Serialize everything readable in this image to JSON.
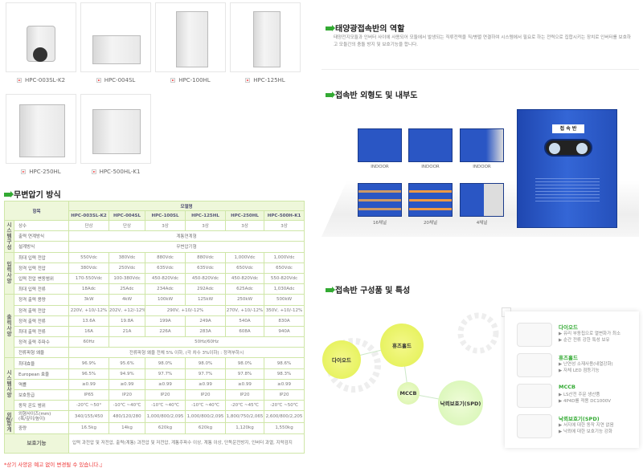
{
  "products": [
    {
      "label": "HPC-003SL-K2"
    },
    {
      "label": "HPC-004SL"
    },
    {
      "label": "HPC-100HL"
    },
    {
      "label": "HPC-125HL"
    },
    {
      "label": "HPC-250HL"
    },
    {
      "label": "HPC-500HL-K1"
    }
  ],
  "spec": {
    "title": "무변압기 방식",
    "item_header": "항목",
    "model_header": "모델명",
    "models": [
      "HPC-003SL-K2",
      "HPC-004SL",
      "HPC-100SL",
      "HPC-125HL",
      "HPC-250HL",
      "HPC-500H-K1"
    ],
    "groups": {
      "system": "시스템구성",
      "input": "입력사양",
      "output": "출력사양",
      "sys_spec": "시스템사양",
      "dim": "외형/무게"
    },
    "rows": {
      "phase": {
        "label": "상수",
        "v": [
          "단상",
          "단상",
          "3상",
          "3상",
          "3상",
          "3상"
        ]
      },
      "link": {
        "label": "출력 연계방식",
        "v": "계통연계형"
      },
      "design": {
        "label": "설계방식",
        "v": "무변압기형"
      },
      "max_in_v": {
        "label": "최대 입력 전압",
        "v": [
          "550Vdc",
          "380Vdc",
          "880Vdc",
          "880Vdc",
          "1,000Vdc",
          "1,000Vdc"
        ]
      },
      "rated_in_v": {
        "label": "정격 입력 전압",
        "v": [
          "380Vdc",
          "250Vdc",
          "635Vdc",
          "635Vdc",
          "650Vdc",
          "650Vdc"
        ]
      },
      "in_range": {
        "label": "입력 전압 변동범위",
        "v": [
          "170-550Vdc",
          "100-380Vdc",
          "450-820Vdc",
          "450-820Vdc",
          "450-820Vdc",
          "550-820Vdc"
        ]
      },
      "max_in_a": {
        "label": "최대 입력 전류",
        "v": [
          "18Adc",
          "25Adc",
          "234Adc",
          "292Adc",
          "625Adc",
          "1,030Adc"
        ]
      },
      "rated_out_p": {
        "label": "정격 출력 용량",
        "v": [
          "3kW",
          "4kW",
          "100kW",
          "125kW",
          "250kW",
          "500kW"
        ]
      },
      "rated_out_v": {
        "label": "정격 출력 전압",
        "v": [
          "220V, +10/-12%",
          "202V, +12/-12%",
          "290V, +10/-12%",
          "270V, +10/-12%",
          "350V, +10/-12%"
        ]
      },
      "rated_out_a": {
        "label": "정격 출력 전류",
        "v": [
          "13.6A",
          "19.8A",
          "199A",
          "249A",
          "540A",
          "830A"
        ]
      },
      "max_out_a": {
        "label": "최대 출력 전류",
        "v": [
          "16A",
          "21A",
          "226A",
          "283A",
          "608A",
          "940A"
        ]
      },
      "freq": {
        "label": "정격 출력 주파수",
        "v": [
          "60Hz",
          "50Hz/60Hz"
        ]
      },
      "thd": {
        "label": "전류파형 왜율",
        "v": "전류파형 왜율 전체 5% 이하, (각 차수 3%이하) : 정격부하시"
      },
      "max_eff": {
        "label": "최대효율",
        "v": [
          "96.9%",
          "95.6%",
          "98.0%",
          "98.0%",
          "98.0%",
          "98.6%"
        ]
      },
      "eu_eff": {
        "label": "European 효율",
        "v": [
          "96.5%",
          "94.9%",
          "97.7%",
          "97.7%",
          "97.8%",
          "98.3%"
        ]
      },
      "pf": {
        "label": "역률",
        "v": [
          "≥0.99",
          "≥0.99",
          "≥0.99",
          "≥0.99",
          "≥0.99",
          "≥0.99"
        ]
      },
      "ip": {
        "label": "보호등급",
        "v": [
          "IP65",
          "IP20",
          "IP20",
          "IP20",
          "IP20",
          "IP20"
        ]
      },
      "temp": {
        "label": "동작 온도 범위",
        "v": [
          "-20℃ ~50°",
          "-10℃ ~40℃",
          "-10℃ ~40℃",
          "-10℃ ~40℃",
          "-20℃ ~45℃",
          "-20℃ ~50℃"
        ]
      },
      "size": {
        "label": "외형사이즈(mm)",
        "label2": "(폭/깊이/높이)",
        "v": [
          "340/155/450",
          "480/120/280",
          "1,000/800/2,095",
          "1,000/800/2,095",
          "1,800/750/2,065",
          "2,600/800/2,205"
        ]
      },
      "weight": {
        "label": "중량",
        "v": [
          "16.5kg",
          "14kg",
          "620kg",
          "620kg",
          "1,120kg",
          "1,550kg"
        ]
      },
      "protect": {
        "label": "보호기능",
        "v": "입력 과전압 및 저전압, 출력(계통) 과전압 및 저전압, 계통주파수 이상, 계통 이상, 단독운전방지, 인버터 과열, 지락검지"
      }
    },
    "note": "*상기 사양은 예고 없이 변경될 수 있습니다.』"
  },
  "role": {
    "title": "태양광접속반의 역할",
    "text": "태양전지모듈과 인버터 사이에 사용되어 모듈에서 발생되는 직류전력을 직/병렬 연결하여 시스템에서 필요로 하는 전력으로 집합시키는 장치로 인버터를 보호하고 모듈간의 충돌 방지 및 보호기능을 합니다."
  },
  "exterior": {
    "title": "접속반 외형도 및 내부도",
    "thumbs": [
      "INDOOR",
      "INDOOR",
      "INDOOR",
      "16채널",
      "20채널",
      "4채널"
    ],
    "cabinet_label": "접 속 반"
  },
  "components": {
    "title": "접속반 구성품 및 특성",
    "bubbles": [
      "다이오드",
      "휴즈홀드",
      "MCCB",
      "낙뢰보호기(SPD)"
    ],
    "items": [
      {
        "title": "다이오드",
        "lines": [
          "▶ 유리 부동칩으로 열변화가 최소",
          "▶ 순간 전류 강한 특성 보유"
        ]
      },
      {
        "title": "휴즈홀드",
        "lines": [
          "▶ 난연성 소재사용(내열강화)",
          "▶ 자체 LED 점등기능"
        ]
      },
      {
        "title": "MCCB",
        "lines": [
          "▶ LS산전 주문 생산품",
          "▶ 4P4D를 적용 DC1000V"
        ]
      },
      {
        "title": "낙뢰보호기(SPD)",
        "lines": [
          "▶ 서지에 대한 동작 지연 없음",
          "▶ 낙뢰에 대한 보호기능 강화"
        ]
      }
    ]
  },
  "colors": {
    "accent": "#33aa33",
    "table_border": "#cfe6a8",
    "header_bg": "#eef7da",
    "cabinet": "#2a56c4",
    "note": "#ee3333"
  }
}
